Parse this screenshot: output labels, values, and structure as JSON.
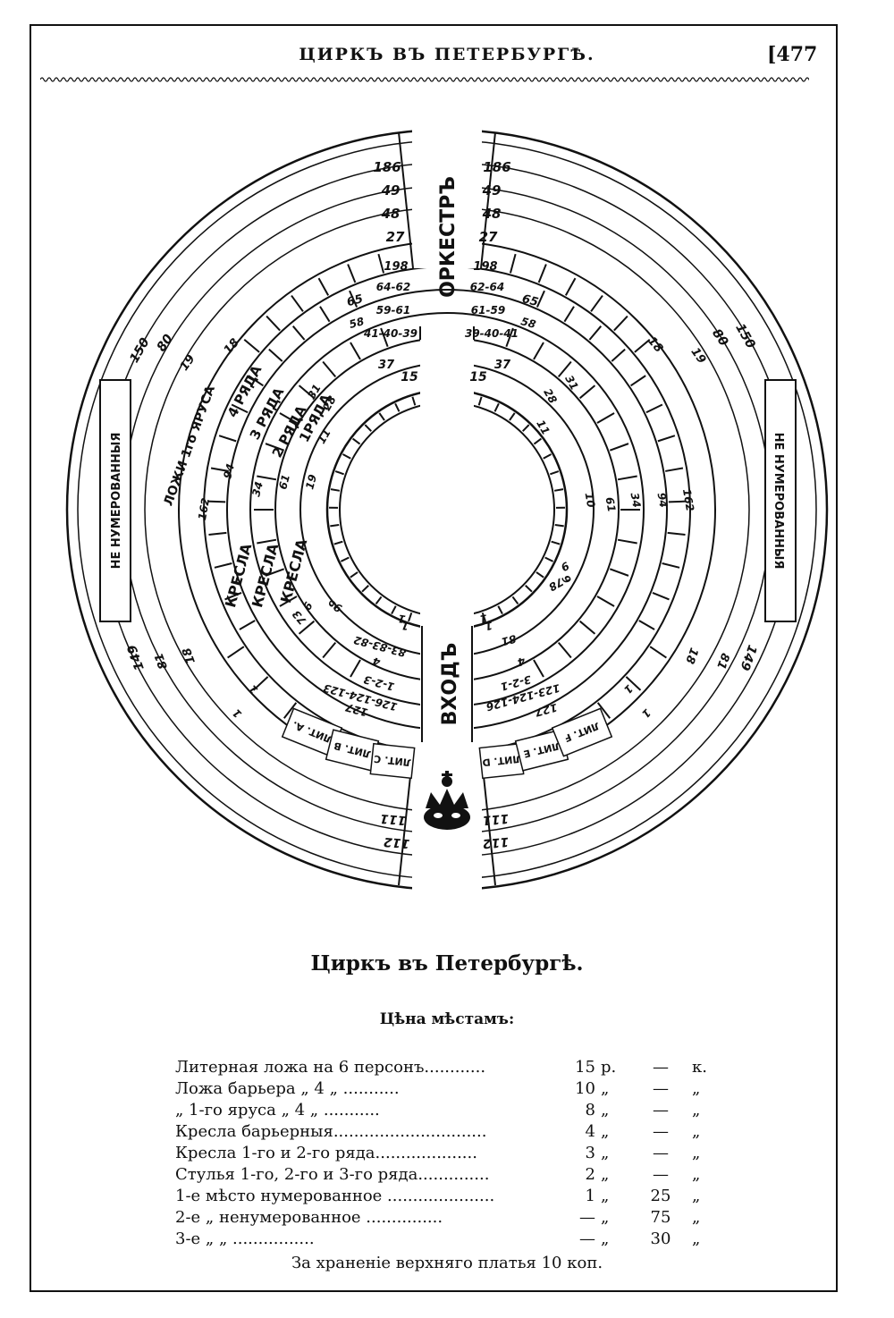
{
  "header": {
    "title": "ЦИРКЪ ВЪ ПЕТЕРБУРГѢ.",
    "page_number": "[477"
  },
  "plan": {
    "orchestra_label": "ОРКЕСТРЪ",
    "entrance_label": "ВХОДЪ",
    "left_gallery_label": "НЕ НУМЕРОВАННЫЯ",
    "right_gallery_label": "НЕ НУМЕРОВАННЫЯ",
    "tier_label": "ЛОЖИ 1го ЯРУСА",
    "rows": {
      "row4": "4 РЯДА",
      "row3": "3 РЯДА",
      "row2": "2 РЯДА",
      "row1": "1РЯДА"
    },
    "kresla": [
      "КРЕСЛА",
      "КРЕСЛА",
      "КРЕСЛА"
    ],
    "top_left_numbers": [
      "186",
      "49",
      "48",
      "27",
      "198",
      "64-62",
      "65",
      "59-61",
      "58",
      "41-40-39",
      "37",
      "15"
    ],
    "top_right_numbers": [
      "186",
      "49",
      "48",
      "27",
      "198",
      "62-64",
      "65",
      "61-59",
      "58",
      "39-40-41",
      "37",
      "15"
    ],
    "left_side_numbers": [
      "150",
      "80",
      "19",
      "18",
      "162",
      "94",
      "34",
      "61",
      "19",
      "31",
      "28",
      "11",
      "9",
      "6"
    ],
    "right_side_numbers": [
      "150",
      "80",
      "19",
      "18",
      "162",
      "94",
      "34",
      "61",
      "10",
      "11",
      "28",
      "31",
      "9"
    ],
    "bottom_left_numbers": [
      "149",
      "81",
      "18",
      "1",
      "1",
      "127",
      "126-124-123",
      "1-2-3",
      "4",
      "83-83-82",
      "1",
      "1",
      "9",
      "73"
    ],
    "bottom_right_numbers": [
      "149",
      "81",
      "18",
      "1",
      "1",
      "127",
      "123-124-126",
      "3-2-1",
      "4",
      "81",
      "1",
      "1",
      "78",
      "9"
    ],
    "bottom_numbers": [
      "111",
      "112",
      "111",
      "112"
    ],
    "liter_boxes_left": [
      "ЛИТ. А.",
      "ЛИТ. В",
      "ЛИТ. С"
    ],
    "liter_boxes_right": [
      "ЛИТ. D",
      "ЛИТ. Е",
      "ЛИТ. F"
    ],
    "emblem_icon": "crown-emblem"
  },
  "title2": "Циркъ въ Петербургѣ.",
  "price_heading": "Цѣна мѣстамъ:",
  "prices": [
    {
      "label": "Литерная ложа на 6 персонъ............",
      "rub": "15",
      "unit1": "р.",
      "kop": "—",
      "unit2": "к."
    },
    {
      "label": "Ложа барьера  „  4     „   ...........",
      "rub": "10",
      "unit1": "„",
      "kop": "—",
      "unit2": "„"
    },
    {
      "label": "  „  1-го яруса „  4     „   ...........",
      "rub": "8",
      "unit1": "„",
      "kop": "—",
      "unit2": "„"
    },
    {
      "label": "Кресла барьерныя..............................",
      "rub": "4",
      "unit1": "„",
      "kop": "—",
      "unit2": "„"
    },
    {
      "label": "Кресла 1-го и 2-го ряда....................",
      "rub": "3",
      "unit1": "„",
      "kop": "—",
      "unit2": "„"
    },
    {
      "label": "Стулья 1-го, 2-го и 3-го ряда..............",
      "rub": "2",
      "unit1": "„",
      "kop": "—",
      "unit2": "„"
    },
    {
      "label": "1-е мѣсто нумерованное .....................",
      "rub": "1",
      "unit1": "„",
      "kop": "25",
      "unit2": "„"
    },
    {
      "label": "2-е    „    ненумерованное ...............",
      "rub": "—",
      "unit1": "„",
      "kop": "75",
      "unit2": "„"
    },
    {
      "label": "3-е    „          „        ................",
      "rub": "—",
      "unit1": "„",
      "kop": "30",
      "unit2": "„"
    }
  ],
  "footnote": "За храненіе верхняго платья 10 коп."
}
